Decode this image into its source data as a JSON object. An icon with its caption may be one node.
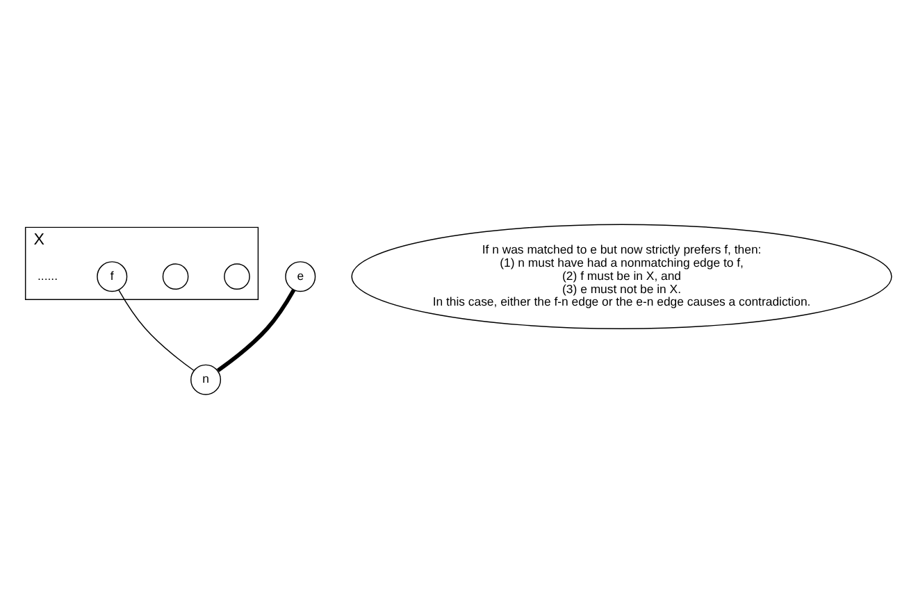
{
  "diagram": {
    "nodes": [
      {
        "text": [
          "X"
        ]
      },
      {
        "text": [],
        "shape": "circle",
        "in": 0
      },
      {
        "text": [],
        "shape": "circle",
        "in": 0
      },
      {
        "text": [
          "f"
        ],
        "in": 0
      },
      {
        "text": [
          "e"
        ]
      },
      {
        "text": [
          "n"
        ]
      },
      {
        "text": [
          "If n was matched to e but now strictly prefers f, then:",
          "(1) n must have had a nonmatching edge to f,",
          "(2) f must be in X, and",
          "(3) e must not be in X.",
          "In this case, either the f-n edge or the e-n edge causes a contradiction."
        ]
      }
    ],
    "edges": [
      {
        "from": 3,
        "to": 5,
        "arrow": "none"
      },
      {
        "from": 4,
        "to": 5,
        "arrow": "none",
        "style": "thick"
      }
    ],
    "labels": [
      "......"
    ]
  }
}
